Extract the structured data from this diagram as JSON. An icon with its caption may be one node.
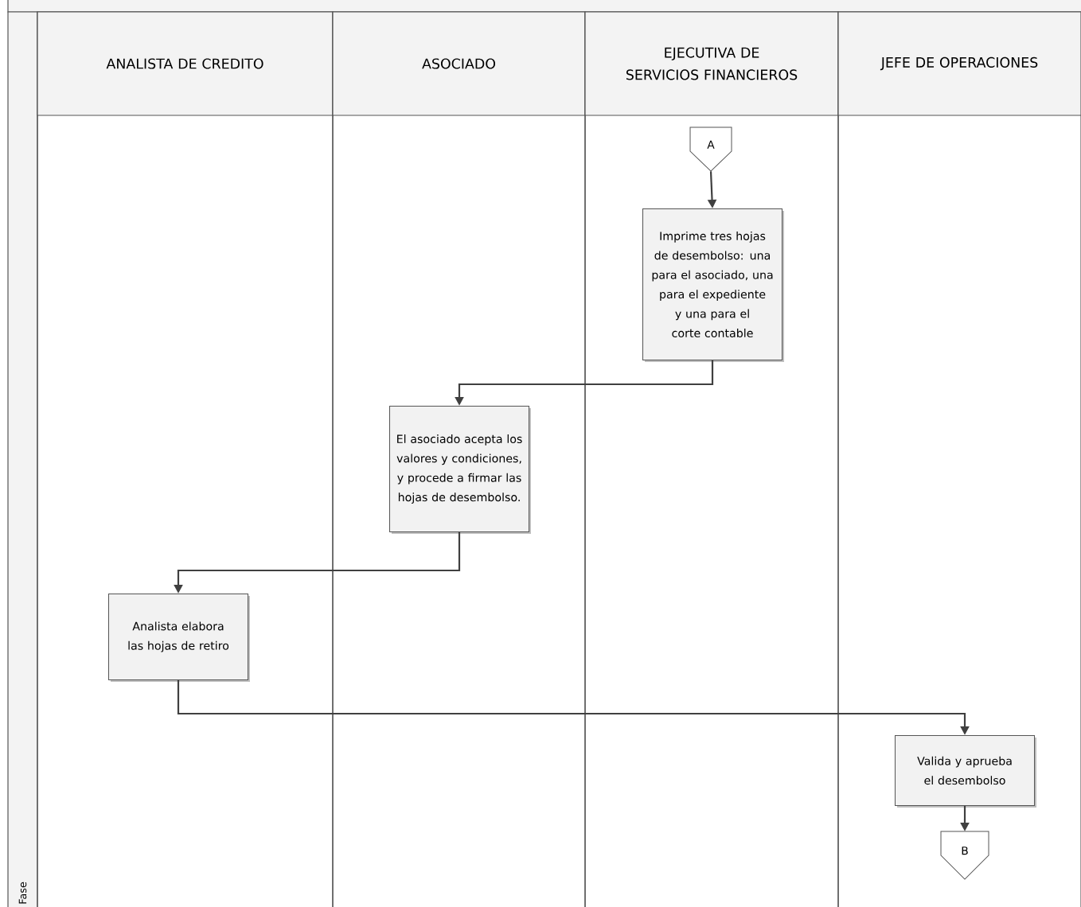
{
  "diagram": {
    "nodes": [
      {
        "text": [
          "Fase"
        ]
      },
      {
        "text": [
          "ANALISTA DE CREDITO"
        ]
      },
      {
        "text": [
          "ASOCIADO"
        ]
      },
      {
        "text": [
          "EJECUTIVA DE SERVICIOS FINANCIEROS"
        ]
      },
      {
        "text": [
          "JEFE DE OPERACIONES"
        ]
      },
      {
        "text": [
          "A"
        ],
        "in": 3
      },
      {
        "text": [
          "Imprime tres hojas de desembolso: una para el asociado, una para el expediente y una para el corte contable"
        ],
        "in": 3
      },
      {
        "text": [
          "El asociado acepta los valores y condiciones, y procede a firmar las hojas de desembolso."
        ],
        "in": 2
      },
      {
        "text": [
          "Analista elabora las hojas de retiro"
        ],
        "in": 1
      },
      {
        "text": [
          "Valida y aprueba el desembolso"
        ],
        "in": 4
      },
      {
        "text": [
          "B"
        ],
        "in": 4
      }
    ],
    "edges": [
      {
        "from": 5,
        "to": 6,
        "arrow": "to"
      },
      {
        "from": 6,
        "to": 7,
        "arrow": "to"
      },
      {
        "from": 7,
        "to": 8,
        "arrow": "to"
      },
      {
        "from": 8,
        "to": 9,
        "arrow": "to"
      },
      {
        "from": 9,
        "to": 10,
        "arrow": "to"
      }
    ]
  }
}
